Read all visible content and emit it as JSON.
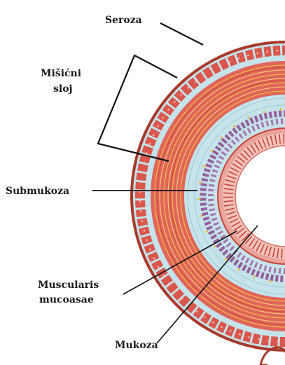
{
  "labels": {
    "seroza": "Seroza",
    "misicni_line1": "Mišićni",
    "misicni_line2": "sloj",
    "submukoza": "Submukoza",
    "muscularis_line1": "Muscularis",
    "muscularis_line2": "mucoasae",
    "mukoza": "Mukoza"
  },
  "colors": {
    "serosa": "#a93a2c",
    "connective_blue": "#c6e3ea",
    "muscle_red": "#e0655a",
    "muscle_fiber_yellow": "#f3c63e",
    "muscle_band_dark": "#c9433a",
    "gland_purple": "#8a4a8f",
    "fat_yellow": "#e8b83a",
    "mucosa_pink": "#e8a39a",
    "label_text": "#1a1a1a"
  }
}
